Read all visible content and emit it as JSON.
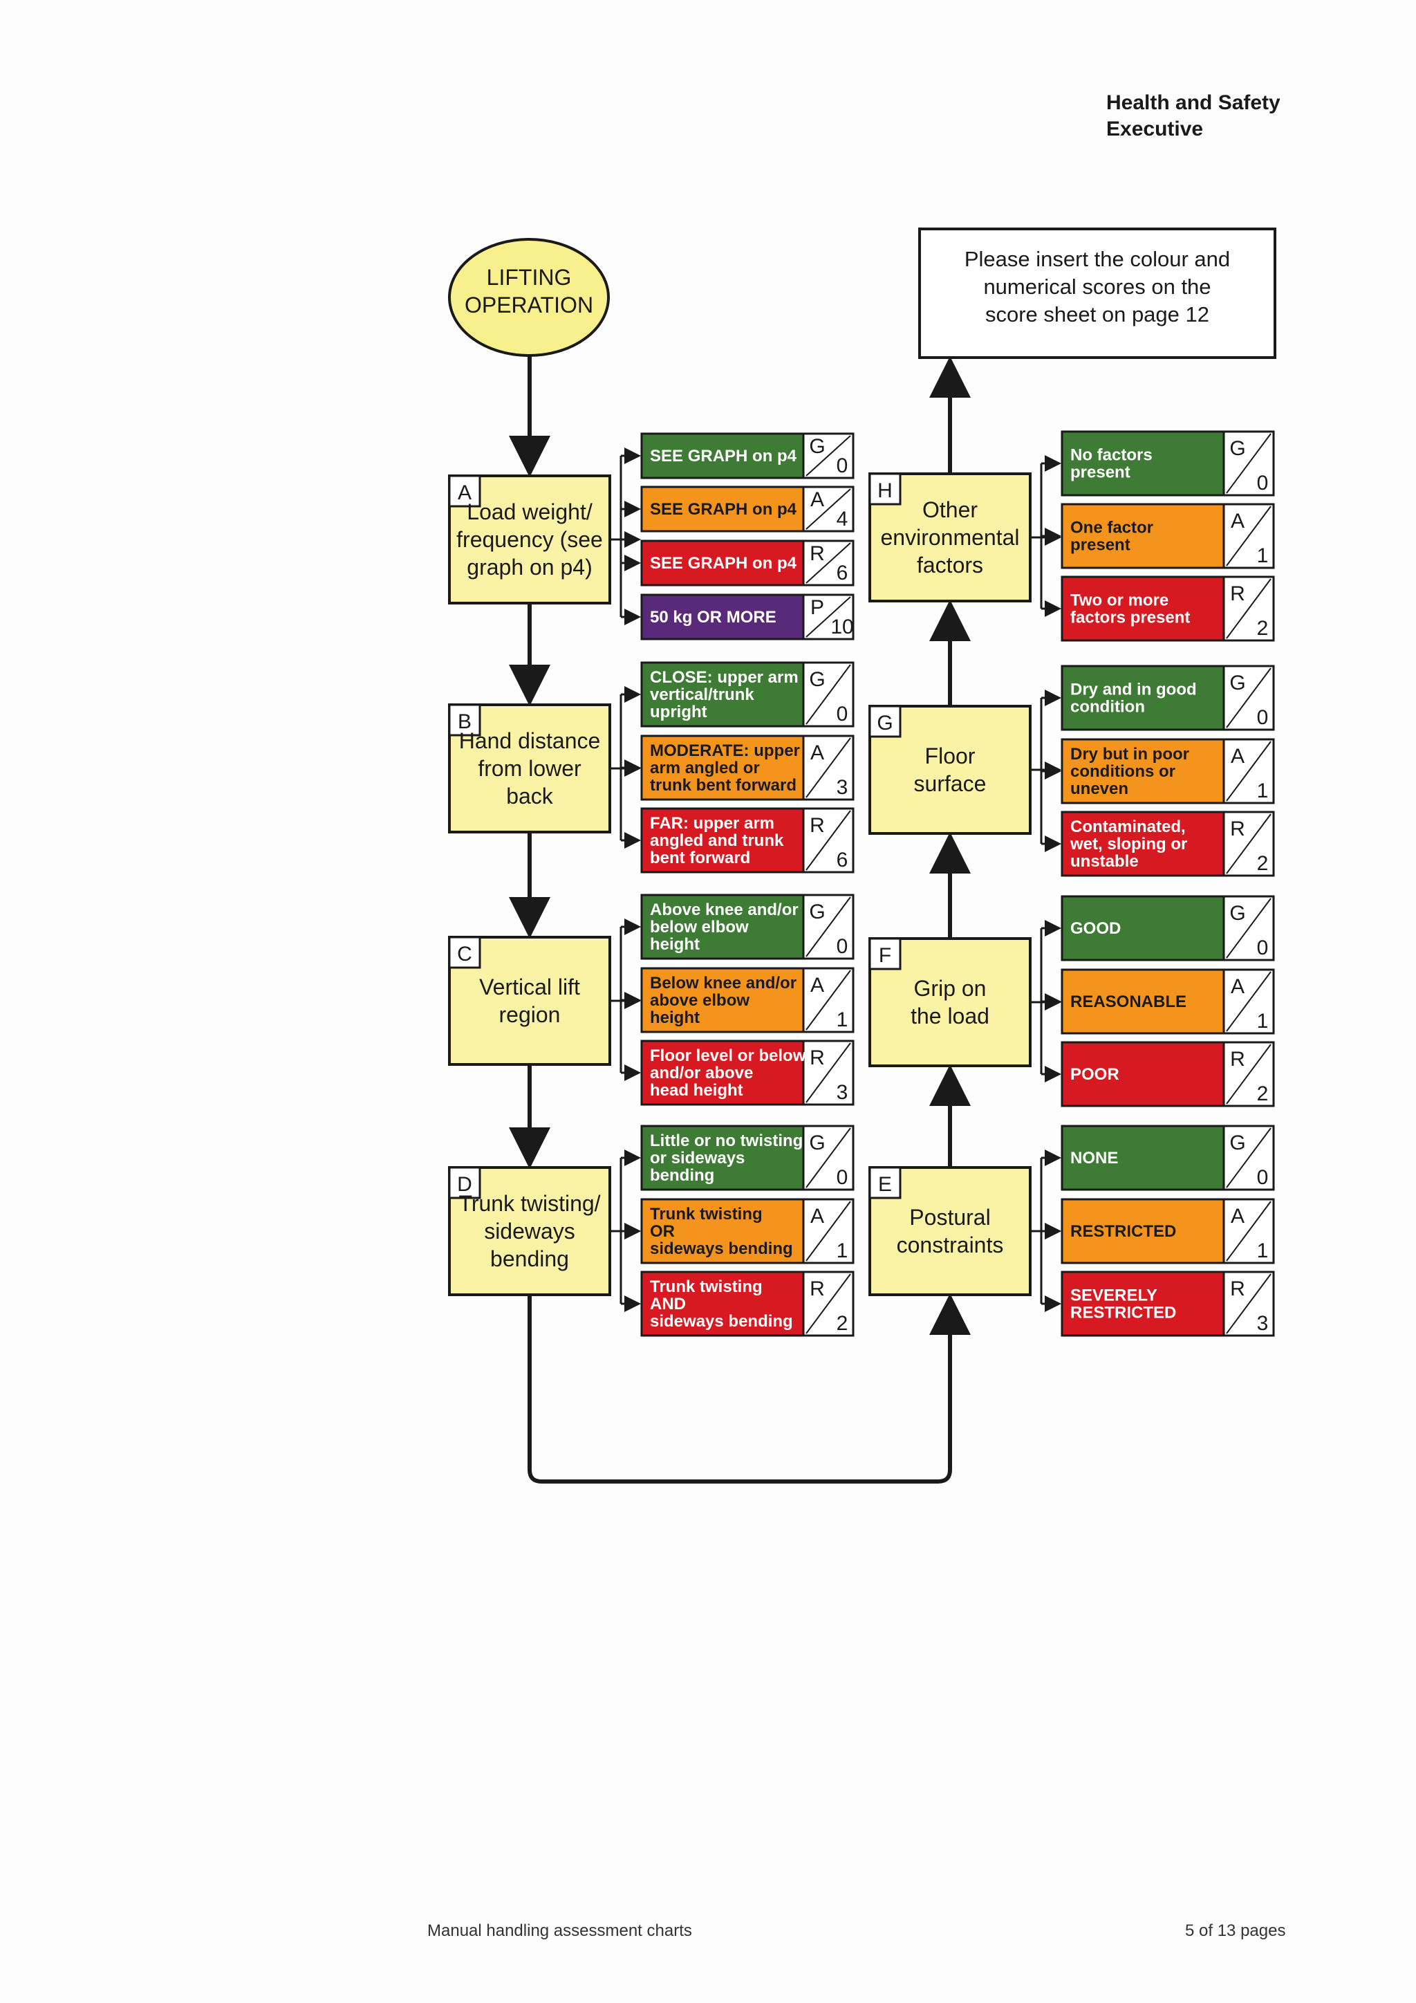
{
  "header": {
    "org_line1": "Health and Safety",
    "org_line2": "Executive"
  },
  "start": {
    "line1": "LIFTING",
    "line2": "OPERATION"
  },
  "note": {
    "line1": "Please insert the colour and",
    "line2": "numerical scores on the",
    "line3": "score sheet on page 12"
  },
  "colors": {
    "G": "#3e7b34",
    "A": "#f5941d",
    "R": "#d71a21",
    "P": "#5a2a7a",
    "factor_fill": "#faf3a6",
    "ellipse_fill": "#f8f08c"
  },
  "factors": [
    {
      "letter": "A",
      "lines": [
        "Load weight/",
        "frequency (see",
        "graph on p4)"
      ],
      "options": [
        {
          "color": "G",
          "score": "0",
          "lines": [
            "SEE GRAPH on p4"
          ]
        },
        {
          "color": "A",
          "score": "4",
          "lines": [
            "SEE GRAPH on p4"
          ]
        },
        {
          "color": "R",
          "score": "6",
          "lines": [
            "SEE GRAPH on p4"
          ]
        },
        {
          "color": "P",
          "score": "10",
          "lines": [
            "50 kg OR MORE"
          ]
        }
      ]
    },
    {
      "letter": "B",
      "lines": [
        "Hand distance",
        "from lower",
        "back"
      ],
      "options": [
        {
          "color": "G",
          "score": "0",
          "lines": [
            "CLOSE: upper arm",
            "vertical/trunk",
            "upright"
          ]
        },
        {
          "color": "A",
          "score": "3",
          "lines": [
            "MODERATE: upper",
            "arm angled or",
            "trunk bent forward"
          ]
        },
        {
          "color": "R",
          "score": "6",
          "lines": [
            "FAR: upper arm",
            "angled and trunk",
            "bent forward"
          ]
        }
      ]
    },
    {
      "letter": "C",
      "lines": [
        "Vertical lift",
        "region"
      ],
      "options": [
        {
          "color": "G",
          "score": "0",
          "lines": [
            "Above knee and/or",
            "below elbow",
            "height"
          ]
        },
        {
          "color": "A",
          "score": "1",
          "lines": [
            "Below knee and/or",
            "above elbow",
            "height"
          ]
        },
        {
          "color": "R",
          "score": "3",
          "lines": [
            "Floor level or below",
            "and/or above",
            "head height"
          ]
        }
      ]
    },
    {
      "letter": "D",
      "lines": [
        "Trunk twisting/",
        "sideways",
        "bending"
      ],
      "options": [
        {
          "color": "G",
          "score": "0",
          "lines": [
            "Little or no twisting",
            "or sideways",
            "bending"
          ]
        },
        {
          "color": "A",
          "score": "1",
          "lines": [
            "Trunk twisting",
            "OR",
            "sideways bending"
          ]
        },
        {
          "color": "R",
          "score": "2",
          "lines": [
            "Trunk twisting",
            "AND",
            "sideways bending"
          ]
        }
      ]
    },
    {
      "letter": "E",
      "lines": [
        "Postural",
        "constraints"
      ],
      "options": [
        {
          "color": "G",
          "score": "0",
          "lines": [
            "NONE"
          ]
        },
        {
          "color": "A",
          "score": "1",
          "lines": [
            "RESTRICTED"
          ]
        },
        {
          "color": "R",
          "score": "3",
          "lines": [
            "SEVERELY",
            "RESTRICTED"
          ]
        }
      ]
    },
    {
      "letter": "F",
      "lines": [
        "Grip on",
        "the load"
      ],
      "options": [
        {
          "color": "G",
          "score": "0",
          "lines": [
            "GOOD"
          ]
        },
        {
          "color": "A",
          "score": "1",
          "lines": [
            "REASONABLE"
          ]
        },
        {
          "color": "R",
          "score": "2",
          "lines": [
            "POOR"
          ]
        }
      ]
    },
    {
      "letter": "G",
      "lines": [
        "Floor",
        "surface"
      ],
      "options": [
        {
          "color": "G",
          "score": "0",
          "lines": [
            "Dry and in good",
            "condition"
          ]
        },
        {
          "color": "A",
          "score": "1",
          "lines": [
            "Dry but in poor",
            "conditions or",
            "uneven"
          ]
        },
        {
          "color": "R",
          "score": "2",
          "lines": [
            "Contaminated,",
            "wet, sloping or",
            "unstable"
          ]
        }
      ]
    },
    {
      "letter": "H",
      "lines": [
        "Other",
        "environmental",
        "factors"
      ],
      "options": [
        {
          "color": "G",
          "score": "0",
          "lines": [
            "No factors",
            "present"
          ]
        },
        {
          "color": "A",
          "score": "1",
          "lines": [
            "One factor",
            "present"
          ]
        },
        {
          "color": "R",
          "score": "2",
          "lines": [
            "Two or more",
            "factors present"
          ]
        }
      ]
    }
  ],
  "footer": {
    "title": "Manual handling assessment charts",
    "page": "5 of 13 pages"
  }
}
